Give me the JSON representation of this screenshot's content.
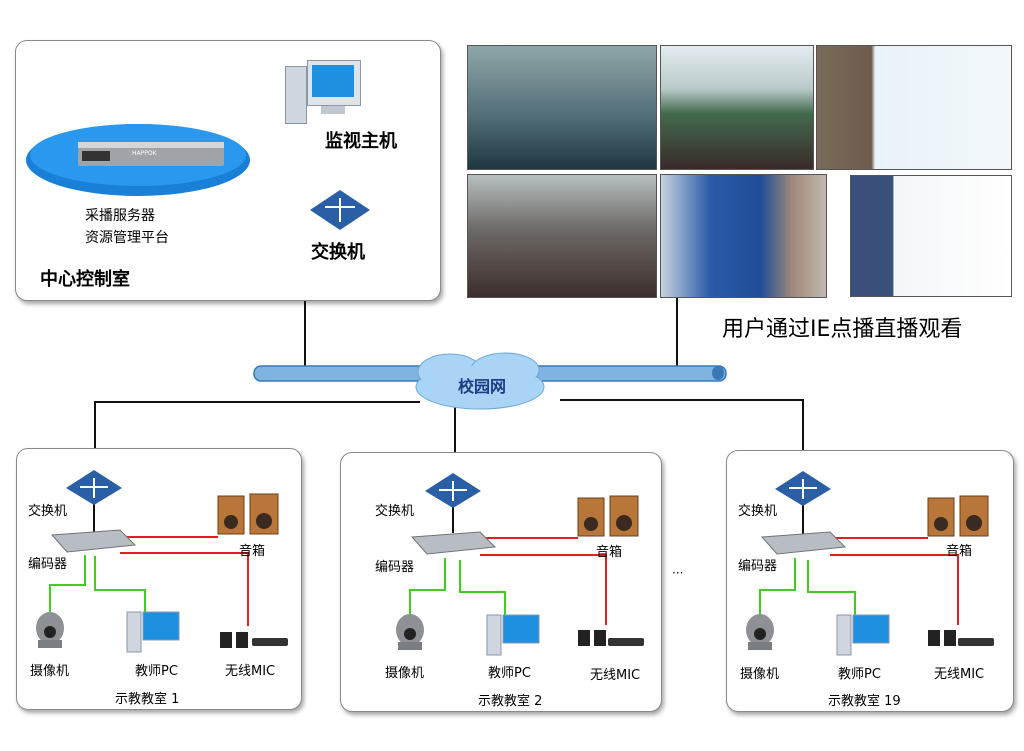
{
  "control_room": {
    "monitor_host_label": "监视主机",
    "server_line1": "采播服务器",
    "server_line2": "资源管理平台",
    "switch_label": "交换机",
    "room_label": "中心控制室",
    "server_device_text": "HAPPOK"
  },
  "user_caption": "用户通过IE点播直播观看",
  "network_label": "校园网",
  "ellipsis": "···",
  "classrooms": [
    {
      "title": "示教教室 1",
      "switch": "交换机",
      "encoder": "编码器",
      "speaker": "音箱",
      "camera": "摄像机",
      "teacher_pc": "教师PC",
      "mic": "无线MIC"
    },
    {
      "title": "示教教室 2",
      "switch": "交换机",
      "encoder": "编码器",
      "speaker": "音箱",
      "camera": "摄像机",
      "teacher_pc": "教师PC",
      "mic": "无线MIC"
    },
    {
      "title": "示教教室 19",
      "switch": "交换机",
      "encoder": "编码器",
      "speaker": "音箱",
      "camera": "摄像机",
      "teacher_pc": "教师PC",
      "mic": "无线MIC"
    }
  ],
  "colors": {
    "network_pipe": "#6fa8dc",
    "cable_red": "#e02020",
    "cable_green": "#44cc22",
    "cable_black": "#111111",
    "cloud": "#a9d4f5"
  }
}
